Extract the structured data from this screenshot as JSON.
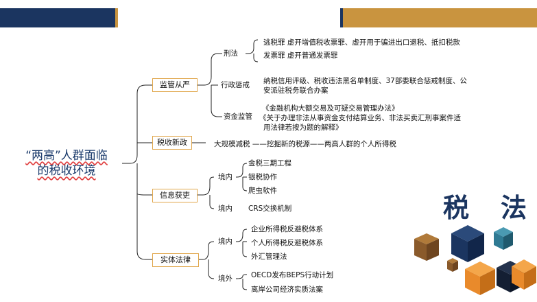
{
  "root": {
    "line1": "“两高”人群面临",
    "line2": "的税收环境"
  },
  "brand": {
    "char1": "税",
    "char2": "法"
  },
  "branches": {
    "supervision": {
      "label": "监管从严",
      "criminal": {
        "label": "刑法",
        "line1": "逃税罪 虚开增值税收票罪、虚开用于骗进出口退税、抵扣税款",
        "line2": "发票罪 虚开普通发票罪"
      },
      "admin": {
        "label": "行政惩戒",
        "line1": "纳税信用评级、税收违法黑名单制度、37部委联合惩戒制度、公",
        "line2": "安派驻税务联合办案"
      },
      "funds": {
        "label": "资金监管",
        "line1": "《金融机构大额交易及可疑交易管理办法》",
        "line2": "《关于办理非法从事资金支付结算业务、非法买卖汇刑事案件适",
        "line3": "用法律若按为题的解释》"
      }
    },
    "newpolicy": {
      "label": "税收新政",
      "text": "大规模减税 ——挖掘新的税源——两高人群的个人所得税"
    },
    "info": {
      "label": "信息获吏",
      "domestic": {
        "label": "境内",
        "items": [
          "金税三期工程",
          "银税协作",
          "爬虫软件"
        ]
      },
      "crs": {
        "label": "境内",
        "text": "CRS交换机制"
      }
    },
    "law": {
      "label": "实体法律",
      "domestic": {
        "label": "境内",
        "items": [
          "企业所得税反避税体系",
          "个人所得税反避税体系",
          "外汇管理法"
        ]
      },
      "foreign": {
        "label": "境外",
        "items": [
          "OECD发布BEPS行动计划",
          "离岸公司经济实质法案"
        ]
      }
    }
  },
  "colors": {
    "navy": "#1b3560",
    "gold": "#c9943f",
    "teal": "#2f7a93",
    "orange": "#e98a2b",
    "brown": "#8a5a2b"
  }
}
